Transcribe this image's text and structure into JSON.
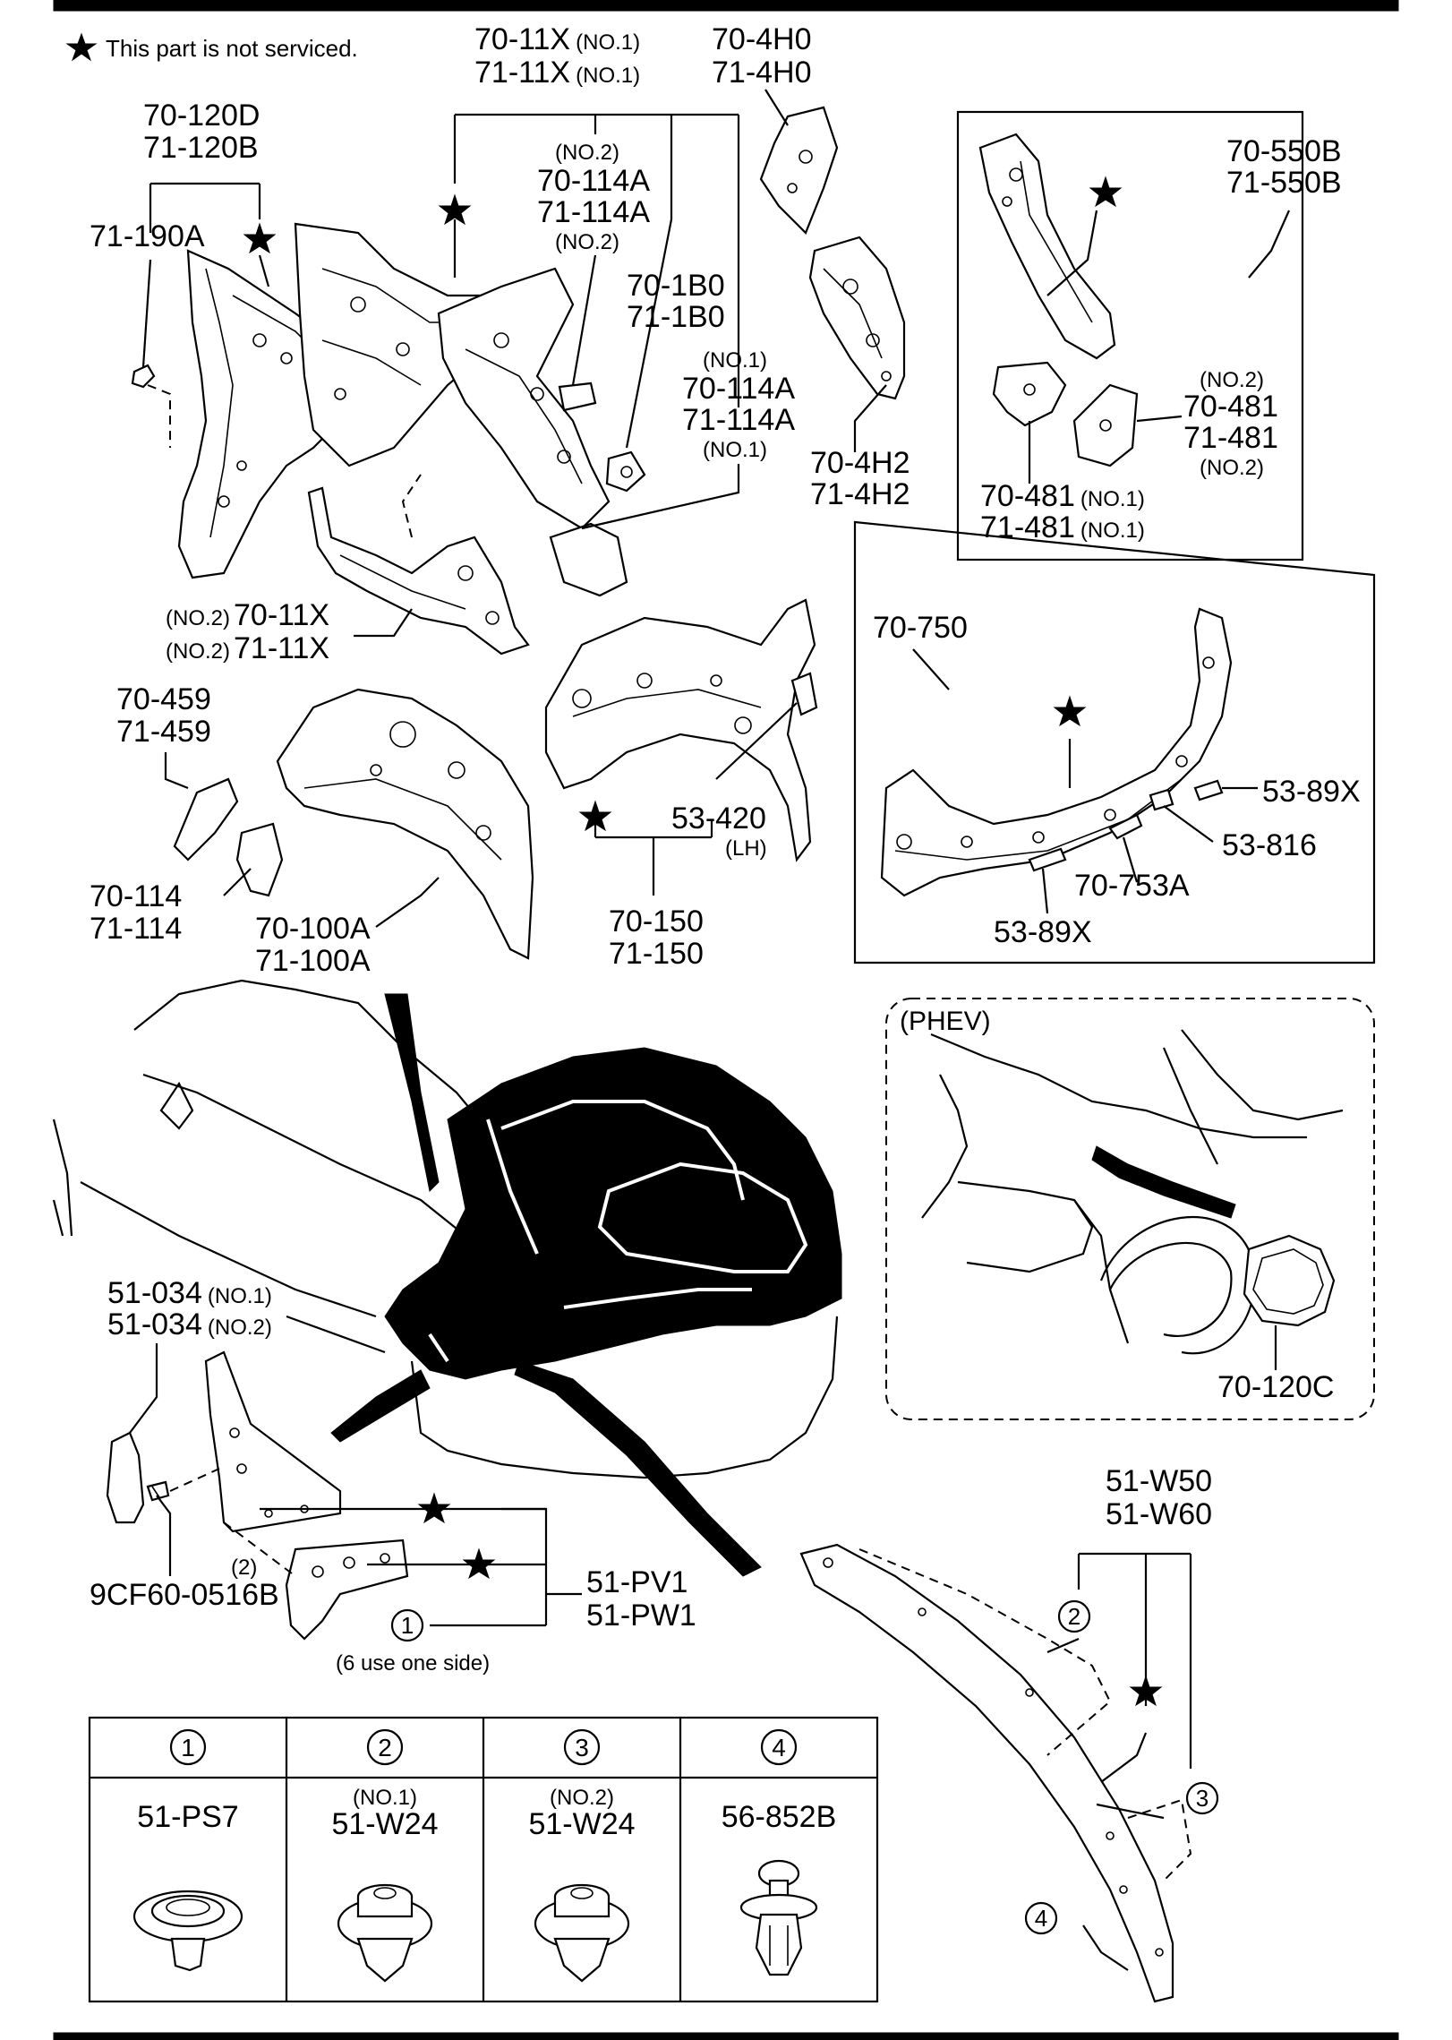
{
  "legend": {
    "note": "This part is not serviced."
  },
  "labels": {
    "p_70_11x_top": "70-11X",
    "p_71_11x_top": "71-11X",
    "no1": "(NO.1)",
    "no2": "(NO.2)",
    "p_70_4h0": "70-4H0",
    "p_71_4h0": "71-4H0",
    "p_70_120d": "70-120D",
    "p_71_120b": "71-120B",
    "p_71_190a": "71-190A",
    "p_70_114a": "70-114A",
    "p_71_114a": "71-114A",
    "p_70_1b0": "70-1B0",
    "p_71_1b0": "71-1B0",
    "p_70_4h2": "70-4H2",
    "p_71_4h2": "71-4H2",
    "p_70_550b": "70-550B",
    "p_71_550b": "71-550B",
    "p_70_481": "70-481",
    "p_71_481": "71-481",
    "p_70_11x_mid": "70-11X",
    "p_71_11x_mid": "71-11X",
    "p_70_459": "70-459",
    "p_71_459": "71-459",
    "p_70_114": "70-114",
    "p_71_114": "71-114",
    "p_70_100a": "70-100A",
    "p_71_100a": "71-100A",
    "p_70_150": "70-150",
    "p_71_150": "71-150",
    "p_53_420": "53-420",
    "lh": "(LH)",
    "p_70_750": "70-750",
    "p_53_89x": "53-89X",
    "p_53_816": "53-816",
    "p_70_753a": "70-753A",
    "phev": "(PHEV)",
    "p_70_120c": "70-120C",
    "p_51_034": "51-034",
    "p_9cf60": "9CF60-0516B",
    "p_51_pv1": "51-PV1",
    "p_51_pw1": "51-PW1",
    "six_use": "(6 use one side)",
    "p_51_w50": "51-W50",
    "p_51_w60": "51-W60",
    "c1": "1",
    "c2": "2",
    "c3": "3",
    "c4": "4",
    "paren2": "(2)"
  },
  "fastener_table": {
    "columns": [
      {
        "num": "1",
        "qualifier": "",
        "part": "51-PS7",
        "icon": "push-clip-icon"
      },
      {
        "num": "2",
        "qualifier": "(NO.1)",
        "part": "51-W24",
        "icon": "grommet-clip-icon"
      },
      {
        "num": "3",
        "qualifier": "(NO.2)",
        "part": "51-W24",
        "icon": "grommet-clip-icon"
      },
      {
        "num": "4",
        "qualifier": "",
        "part": "56-852B",
        "icon": "rivet-clip-icon"
      }
    ]
  },
  "colors": {
    "ink": "#000000",
    "paper": "#ffffff"
  }
}
